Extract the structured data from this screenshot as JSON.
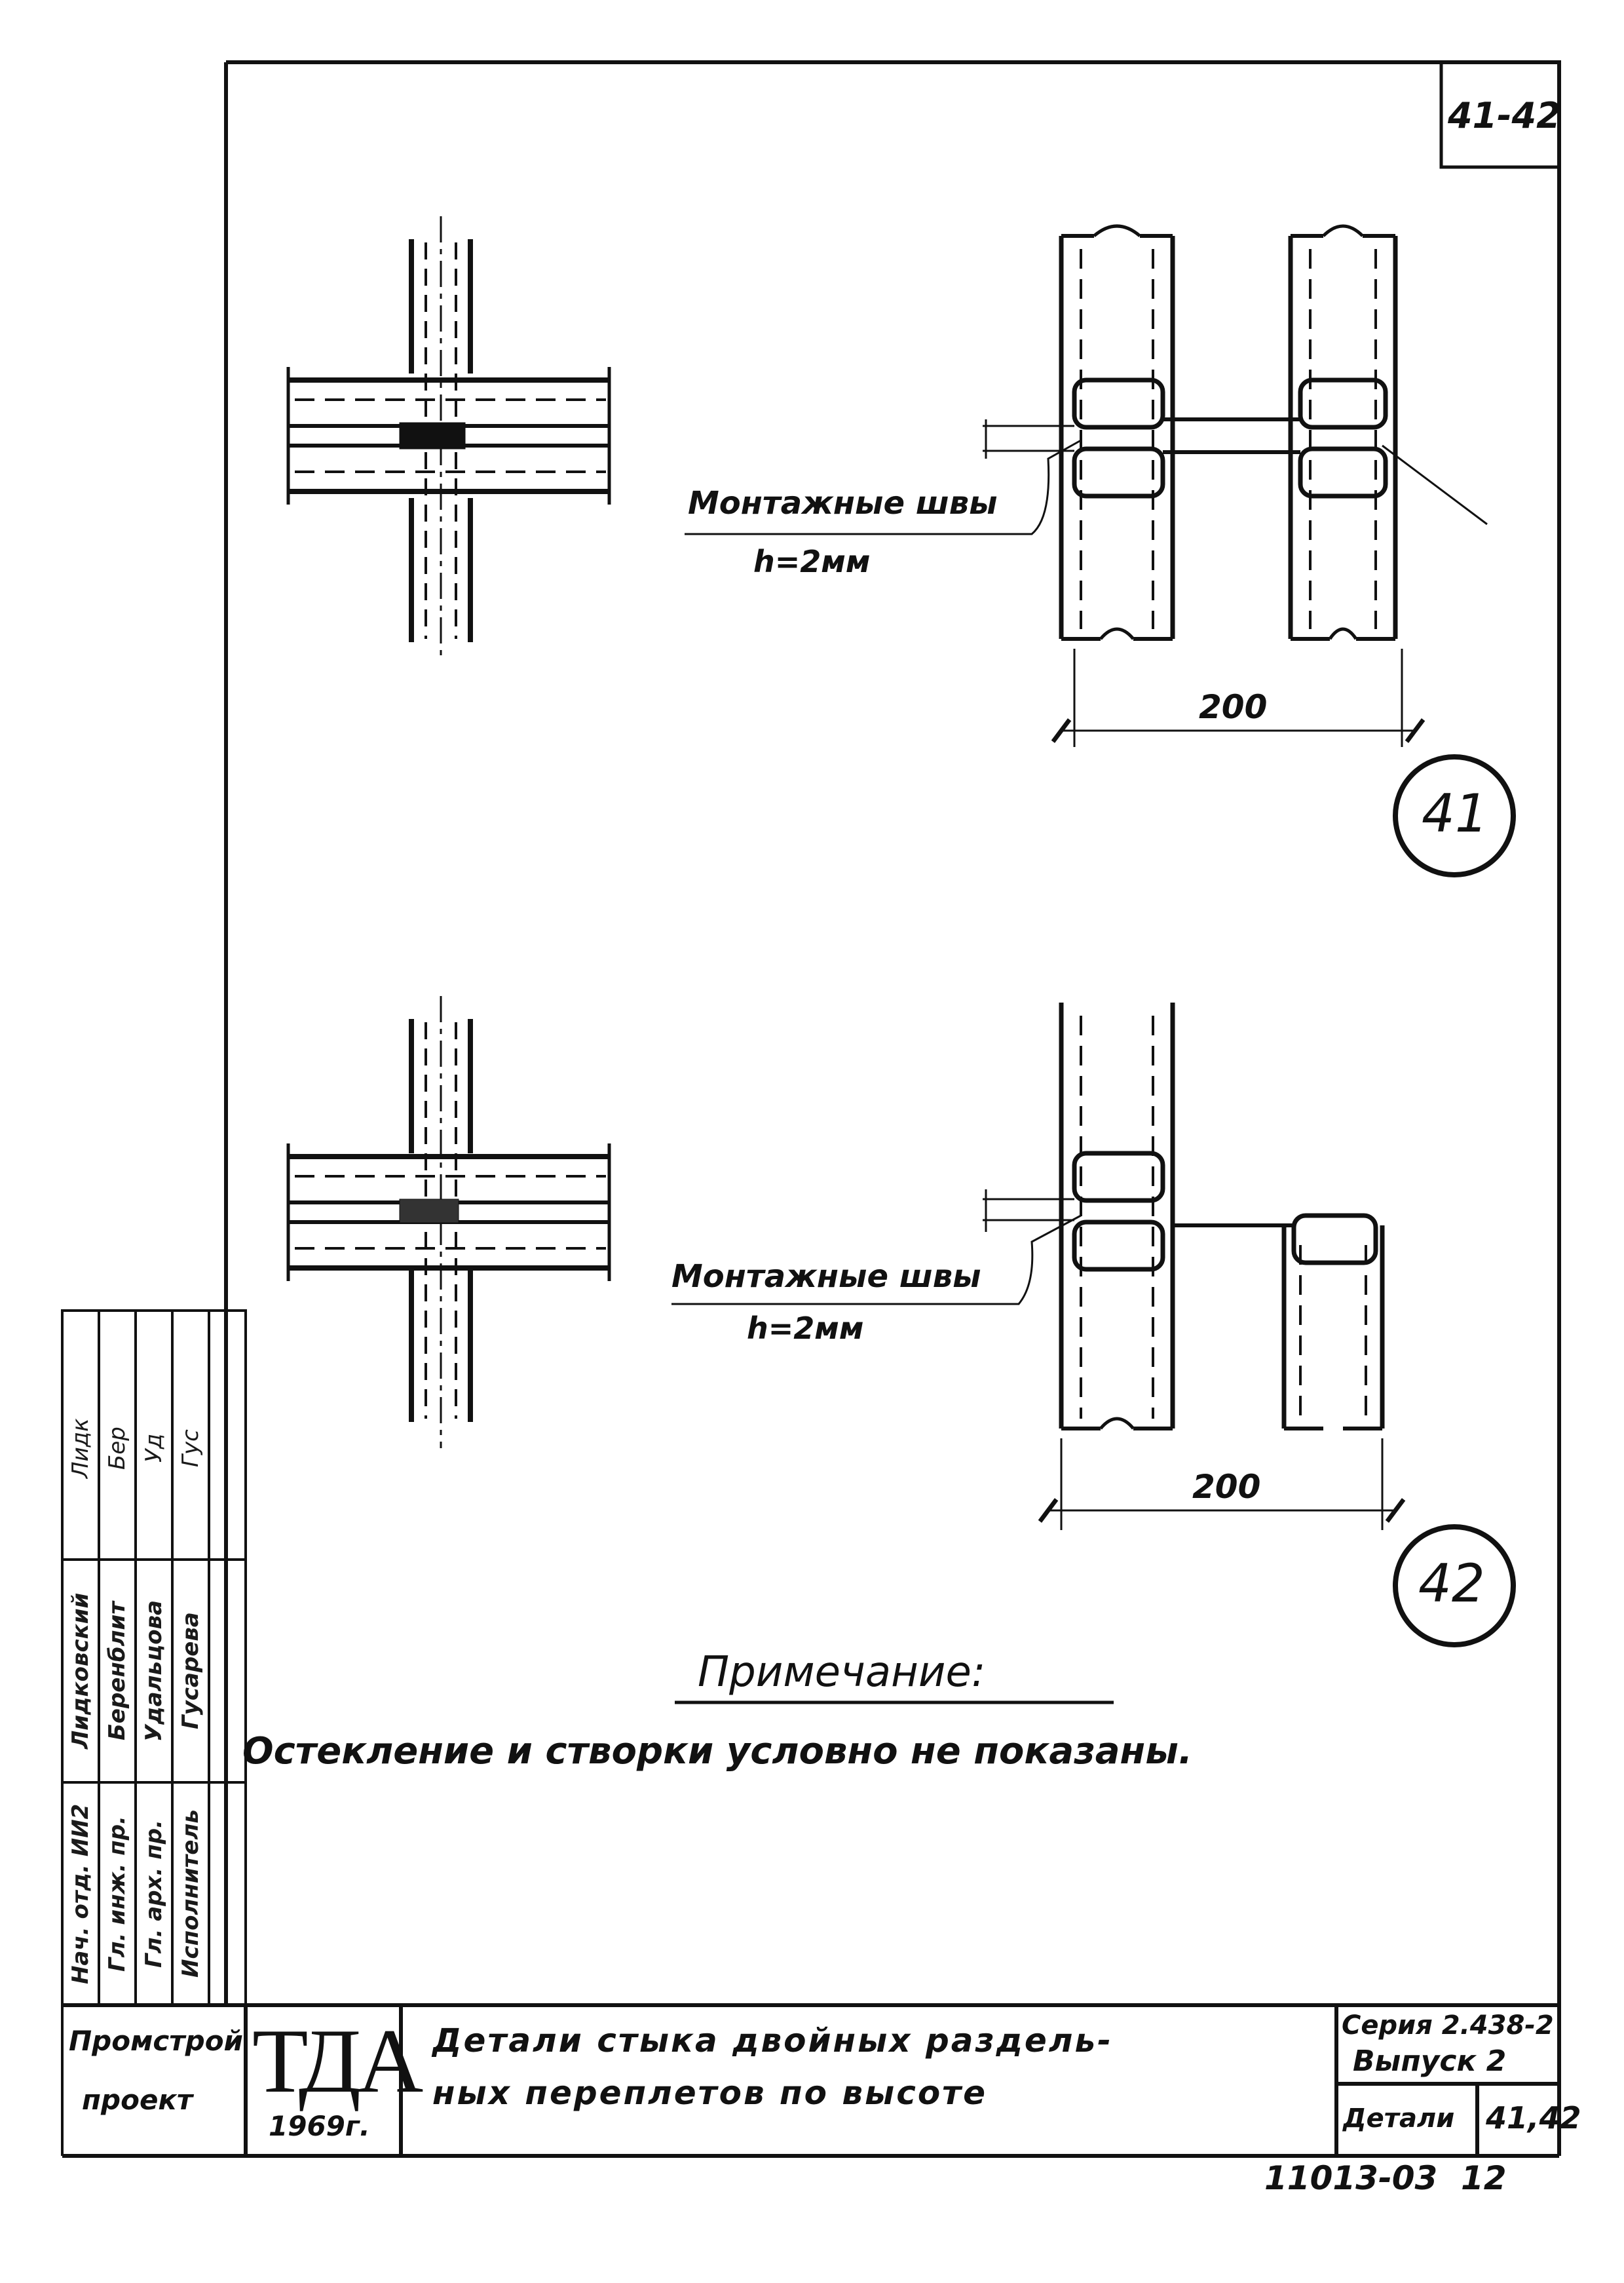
{
  "sheet_number": "41-42",
  "detail_41": {
    "weld_label": "Монтажные швы",
    "weld_height": "h=2мм",
    "dimension": "200",
    "callout": "41"
  },
  "detail_42": {
    "weld_label": "Монтажные швы",
    "weld_height": "h=2мм",
    "dimension": "200",
    "callout": "42"
  },
  "note": {
    "heading": "Примечание:",
    "text": "Остекление и створки условно не показаны."
  },
  "approvals": [
    {
      "role": "Нач. отд. ИИ2",
      "name": "Лидковский",
      "signature": "Лидк"
    },
    {
      "role": "Гл. инж. пр.",
      "name": "Беренблит",
      "signature": "Бер"
    },
    {
      "role": "Гл. арх. пр.",
      "name": "Удальцова",
      "signature": "Уд"
    },
    {
      "role": "Исполнитель",
      "name": "Гусарева",
      "signature": "Гус"
    }
  ],
  "title_block": {
    "organization_line1": "Промстрой",
    "organization_line2": "проект",
    "logo": "ТДА",
    "year": "1969г.",
    "title_line1": "Детали стыка двойных раздель-",
    "title_line2": "ных переплетов по высоте",
    "series": "Серия 2.438-2",
    "issue": "Выпуск 2",
    "section": "Детали",
    "sheets": "41,42"
  },
  "archive_code": "11013-03",
  "archive_suffix": "12"
}
